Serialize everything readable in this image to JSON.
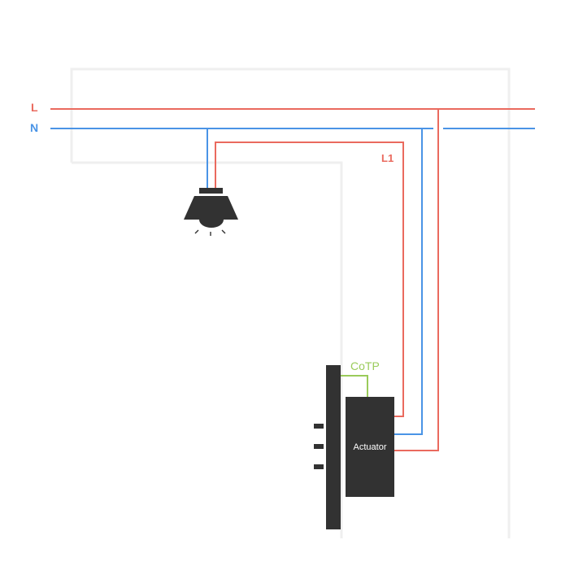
{
  "labels": {
    "line_L": "L",
    "line_N": "N",
    "line_L1": "L1",
    "cotp": "CoTP",
    "actuator": "Actuator"
  },
  "colors": {
    "live": "#ea6a5e",
    "neutral": "#4a94e6",
    "cotp": "#9acb5a",
    "device": "#323232",
    "wall": "#efefef",
    "background": "#ffffff"
  },
  "icons": {
    "lamp": "ceiling-lamp-icon",
    "switch_plate": "wall-switch-plate",
    "switch_buttons": "switch-button-icon"
  }
}
